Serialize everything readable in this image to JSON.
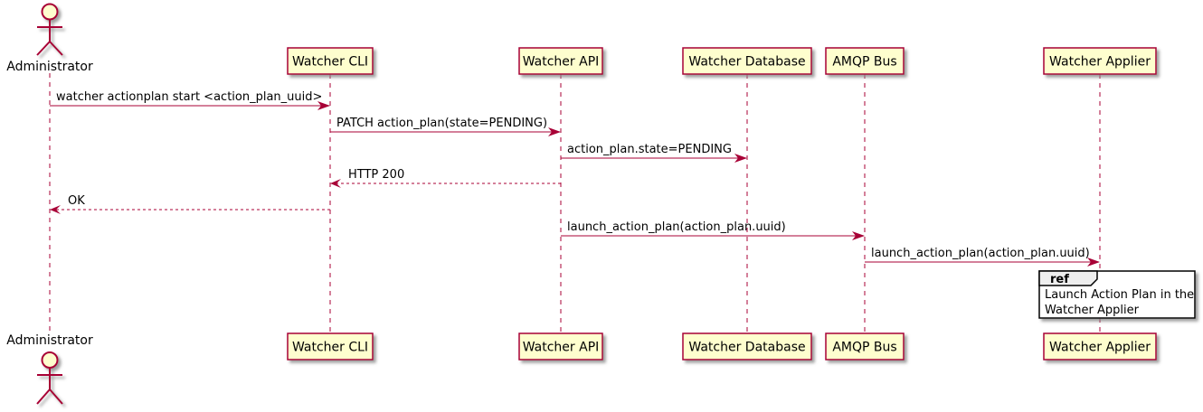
{
  "diagram": {
    "kind": "uml-sequence-diagram",
    "actor": {
      "label": "Administrator"
    },
    "participants": [
      {
        "label": "Watcher CLI"
      },
      {
        "label": "Watcher API"
      },
      {
        "label": "Watcher Database"
      },
      {
        "label": "AMQP Bus"
      },
      {
        "label": "Watcher Applier"
      }
    ],
    "messages": [
      {
        "from": "Administrator",
        "to": "Watcher CLI",
        "label": "watcher actionplan start <action_plan_uuid>",
        "style": "solid"
      },
      {
        "from": "Watcher CLI",
        "to": "Watcher API",
        "label": "PATCH action_plan(state=PENDING)",
        "style": "solid"
      },
      {
        "from": "Watcher API",
        "to": "Watcher Database",
        "label": "action_plan.state=PENDING",
        "style": "solid"
      },
      {
        "from": "Watcher API",
        "to": "Watcher CLI",
        "label": "HTTP 200",
        "style": "dashed"
      },
      {
        "from": "Watcher CLI",
        "to": "Administrator",
        "label": "OK",
        "style": "dashed"
      },
      {
        "from": "Watcher API",
        "to": "AMQP Bus",
        "label": "launch_action_plan(action_plan.uuid)",
        "style": "solid"
      },
      {
        "from": "AMQP Bus",
        "to": "Watcher Applier",
        "label": "launch_action_plan(action_plan.uuid)",
        "style": "solid"
      }
    ],
    "ref_fragment": {
      "keyword": "ref",
      "over": "Watcher Applier",
      "lines": [
        "Launch Action Plan in the",
        "Watcher Applier"
      ]
    },
    "colors": {
      "participant_fill": "#FEFECE",
      "stroke": "#A80036",
      "text": "#000000",
      "ref_fill": "#FFFFFF",
      "ref_tab_fill": "#EEEEEE",
      "ref_border": "#000000",
      "shadow": "#888888",
      "background": "#FFFFFF"
    }
  }
}
